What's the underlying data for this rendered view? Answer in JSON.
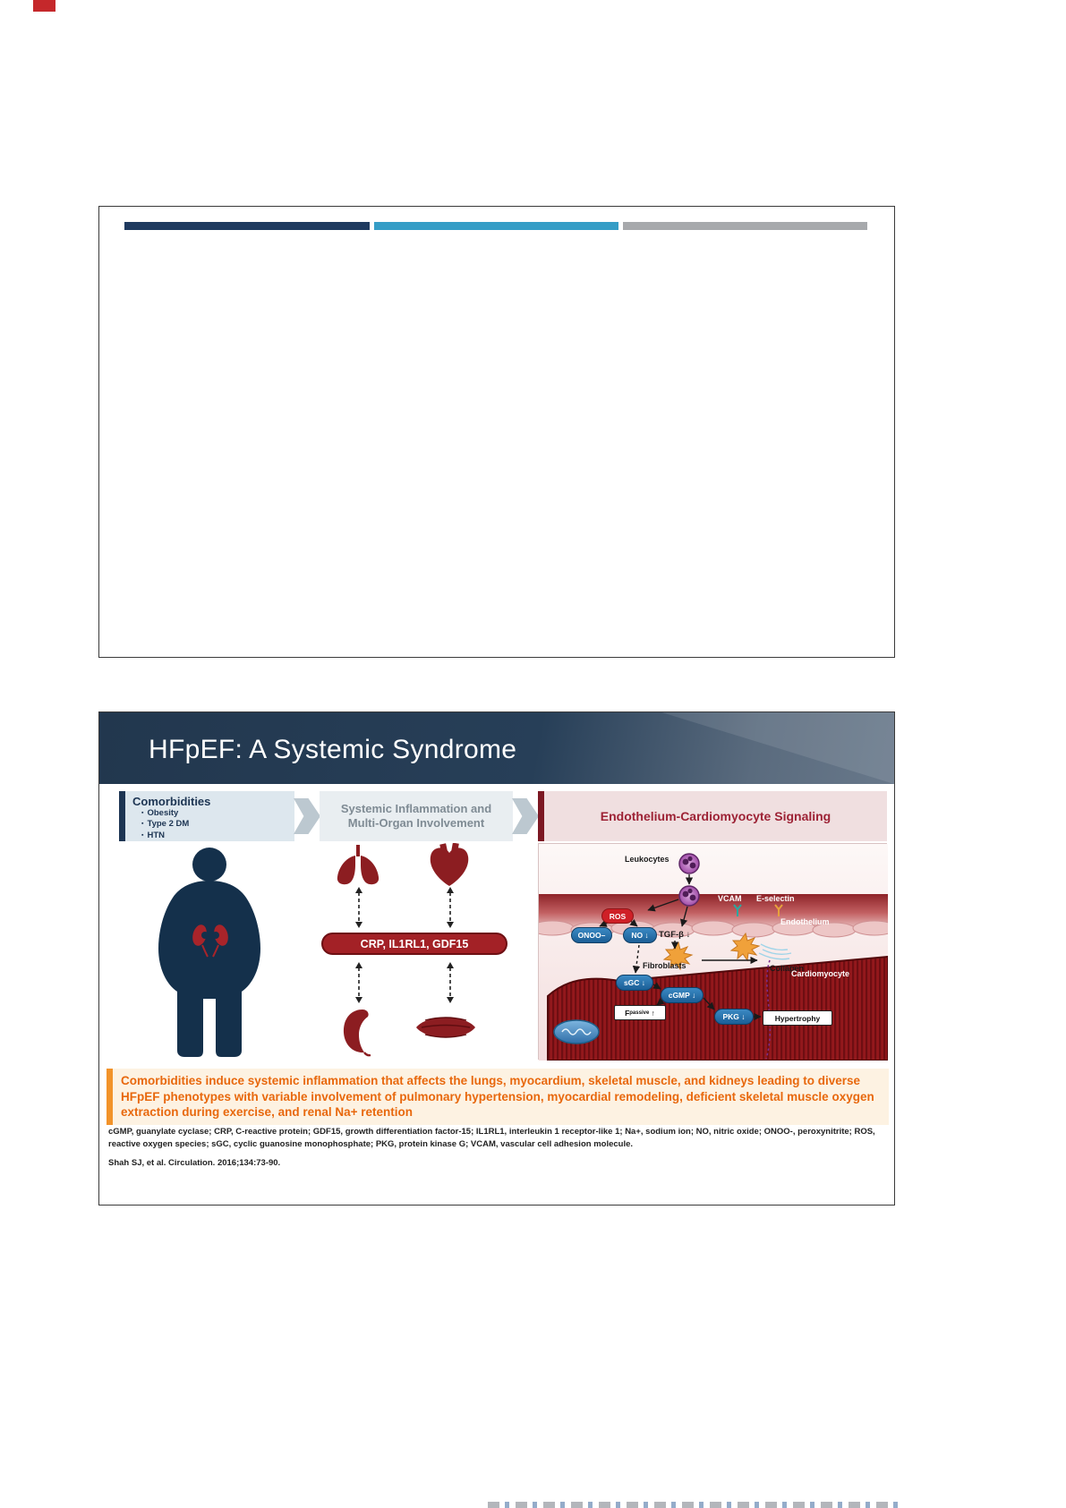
{
  "slide1": {
    "bar_colors": {
      "navy": "#1f3a5f",
      "teal": "#359dc6",
      "gray": "#a7a9ac"
    }
  },
  "slide2": {
    "title": "HFpEF: A Systemic Syndrome",
    "comorbidities": {
      "title": "Comorbidities",
      "items": [
        "Obesity",
        "Type 2 DM",
        "HTN"
      ]
    },
    "inflammation": {
      "title_line1": "Systemic Inflammation and",
      "title_line2": "Multi-Organ Involvement"
    },
    "signaling": {
      "title": "Endothelium-Cardiomyocyte Signaling"
    },
    "banner": "CRP, IL1RL1, GDF15",
    "labels": {
      "leukocytes": "Leukocytes",
      "vcam": "VCAM",
      "eselectin": "E-selectin",
      "ros": "ROS",
      "onoo": "ONOO–",
      "no": "NO ↓",
      "tgfb": "TGF-β ↓",
      "fibroblasts": "Fibroblasts",
      "endothelium": "Endothelium",
      "collagen": "Collagen",
      "cardiomyocyte": "Cardiomyocyte",
      "sgc": "sGC ↓",
      "cgmp": "cGMP ↓",
      "pkg": "PKG ↓",
      "f_label": "F",
      "f_sub": "passive",
      "f_arrow": "↑",
      "hypertrophy": "Hypertrophy"
    },
    "callout": "Comorbidities induce systemic inflammation that affects the lungs, myocardium, skeletal muscle, and kidneys leading to diverse HFpEF phenotypes with variable involvement of pulmonary hypertension, myocardial remodeling, deficient skeletal muscle oxygen extraction during exercise, and renal Na+ retention",
    "footnote": "cGMP, guanylate cyclase; CRP, C-reactive protein; GDF15, growth differentiation factor-15; IL1RL1, interleukin 1 receptor-like 1; Na+, sodium ion; NO, nitric oxide; ONOO-, peroxynitrite; ROS, reactive oxygen species; sGC, cyclic guanosine monophosphate; PKG, protein kinase G; VCAM, vascular cell adhesion molecule.",
    "citation": "Shah SJ, et al. Circulation. 2016;134:73-90."
  }
}
